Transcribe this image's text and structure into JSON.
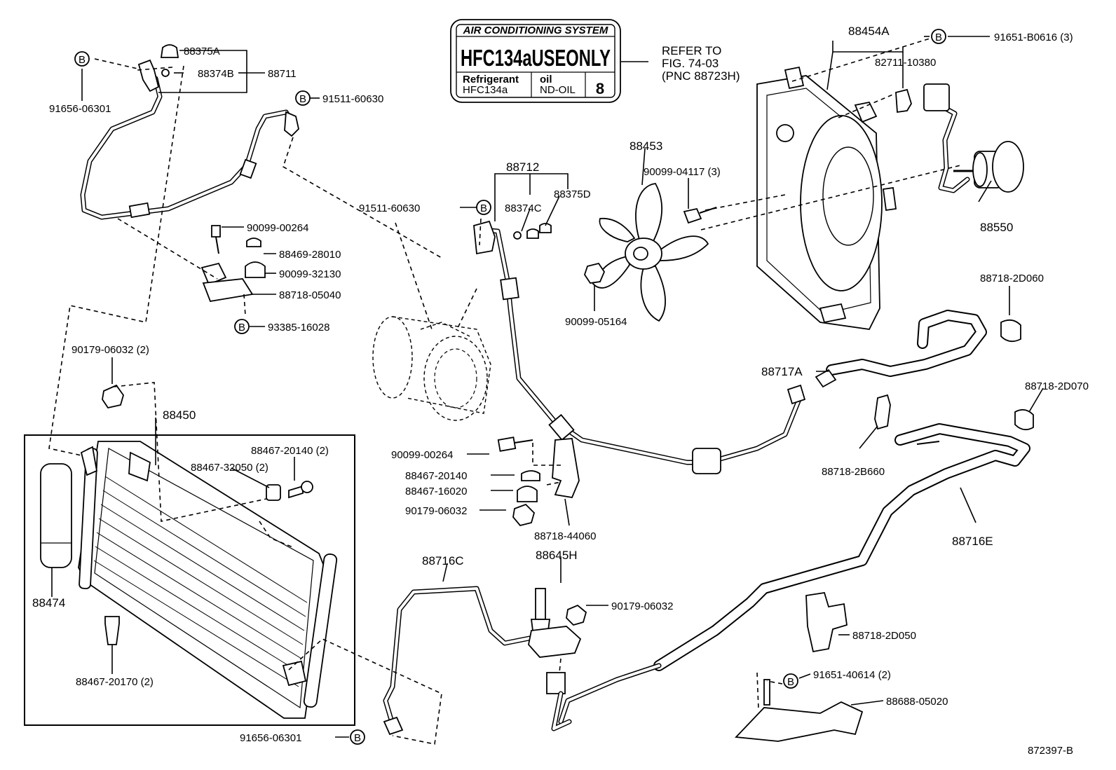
{
  "label_plate": {
    "header": "AIR CONDITIONING SYSTEM",
    "main": "HFC134aUSEONLY",
    "refrigerant_label": "Refrigerant",
    "refrigerant_value": "HFC134a",
    "oil_label": "oil",
    "oil_value": "ND-OIL",
    "oil_number": "8"
  },
  "refer_note": [
    "REFER TO",
    "FIG. 74-03",
    "(PNC 88723H)"
  ],
  "bolt_marker": "B",
  "callouts": {
    "p88375A": "88375A",
    "p88374B": "88374B",
    "p88711": "88711",
    "p91656_06301_top": "91656-06301",
    "p91511_60630_top": "91511-60630",
    "p90099_00264_top": "90099-00264",
    "p88469_28010": "88469-28010",
    "p90099_32130": "90099-32130",
    "p88718_05040": "88718-05040",
    "p93385_16028": "93385-16028",
    "p90179_06032_2": "90179-06032 (2)",
    "p88450": "88450",
    "p88467_20140_2": "88467-20140 (2)",
    "p88467_32050_2": "88467-32050 (2)",
    "p88474": "88474",
    "p88467_20170_2": "88467-20170 (2)",
    "p91656_06301_bot": "91656-06301",
    "p88712": "88712",
    "p91511_60630_mid": "91511-60630",
    "p88375D": "88375D",
    "p88374C": "88374C",
    "p88453": "88453",
    "p90099_04117_3": "90099-04117 (3)",
    "p90099_05164": "90099-05164",
    "p88454A": "88454A",
    "p91651_B0616_3": "91651-B0616 (3)",
    "p82711_10380": "82711-10380",
    "p88550": "88550",
    "p88718_2D060": "88718-2D060",
    "p88717A": "88717A",
    "p88718_2D070": "88718-2D070",
    "p88718_2B660": "88718-2B660",
    "p88716E": "88716E",
    "p90099_00264_mid": "90099-00264",
    "p88467_20140": "88467-20140",
    "p88467_16020": "88467-16020",
    "p90179_06032": "90179-06032",
    "p88718_44060": "88718-44060",
    "p88716C": "88716C",
    "p88645H": "88645H",
    "p90179_06032_r": "90179-06032",
    "p88718_2D050": "88718-2D050",
    "p91651_40614_2": "91651-40614 (2)",
    "p88688_05020": "88688-05020"
  },
  "figure_code": "872397-B"
}
